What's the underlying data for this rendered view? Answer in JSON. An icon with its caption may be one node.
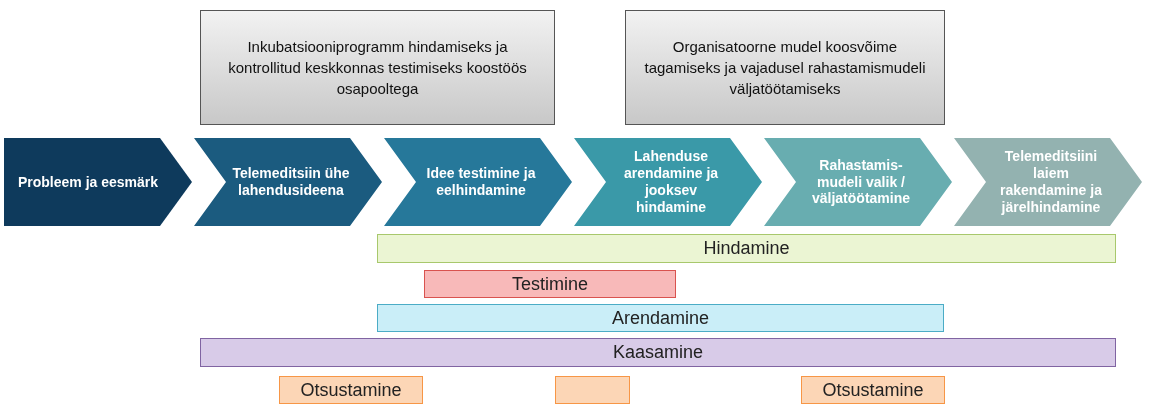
{
  "diagram": {
    "nodes": [
      {
        "text": [
          "Inkubatsiooniprogramm hindamiseks ja kontrollitud keskkonnas testimiseks koostöös osapooltega"
        ]
      },
      {
        "text": [
          "Organisatoorne mudel koosvõime tagamiseks ja vajadusel rahastamismudeli väljatöötamiseks"
        ]
      },
      {
        "text": [
          "Probleem ja eesmärk"
        ]
      },
      {
        "text": [
          "Telemeditsiin ühe lahendusideena"
        ]
      },
      {
        "text": [
          "Idee testimine ja eelhindamine"
        ]
      },
      {
        "text": [
          "Lahenduse arendamine ja jooksev hindamine"
        ]
      },
      {
        "text": [
          "Rahastamis-mudeli valik / väljatöötamine"
        ]
      },
      {
        "text": [
          "Telemeditsiini laiem rakendamine ja järelhindamine"
        ]
      },
      {
        "text": [
          "Hindamine"
        ]
      },
      {
        "text": [
          "Testimine"
        ]
      },
      {
        "text": [
          "Arendamine"
        ]
      },
      {
        "text": [
          "Kaasamine"
        ]
      },
      {
        "text": [
          "Otsustamine"
        ]
      },
      {
        "text": [],
        "shape": "box"
      },
      {
        "text": [
          "Otsustamine"
        ]
      }
    ],
    "edges": []
  }
}
